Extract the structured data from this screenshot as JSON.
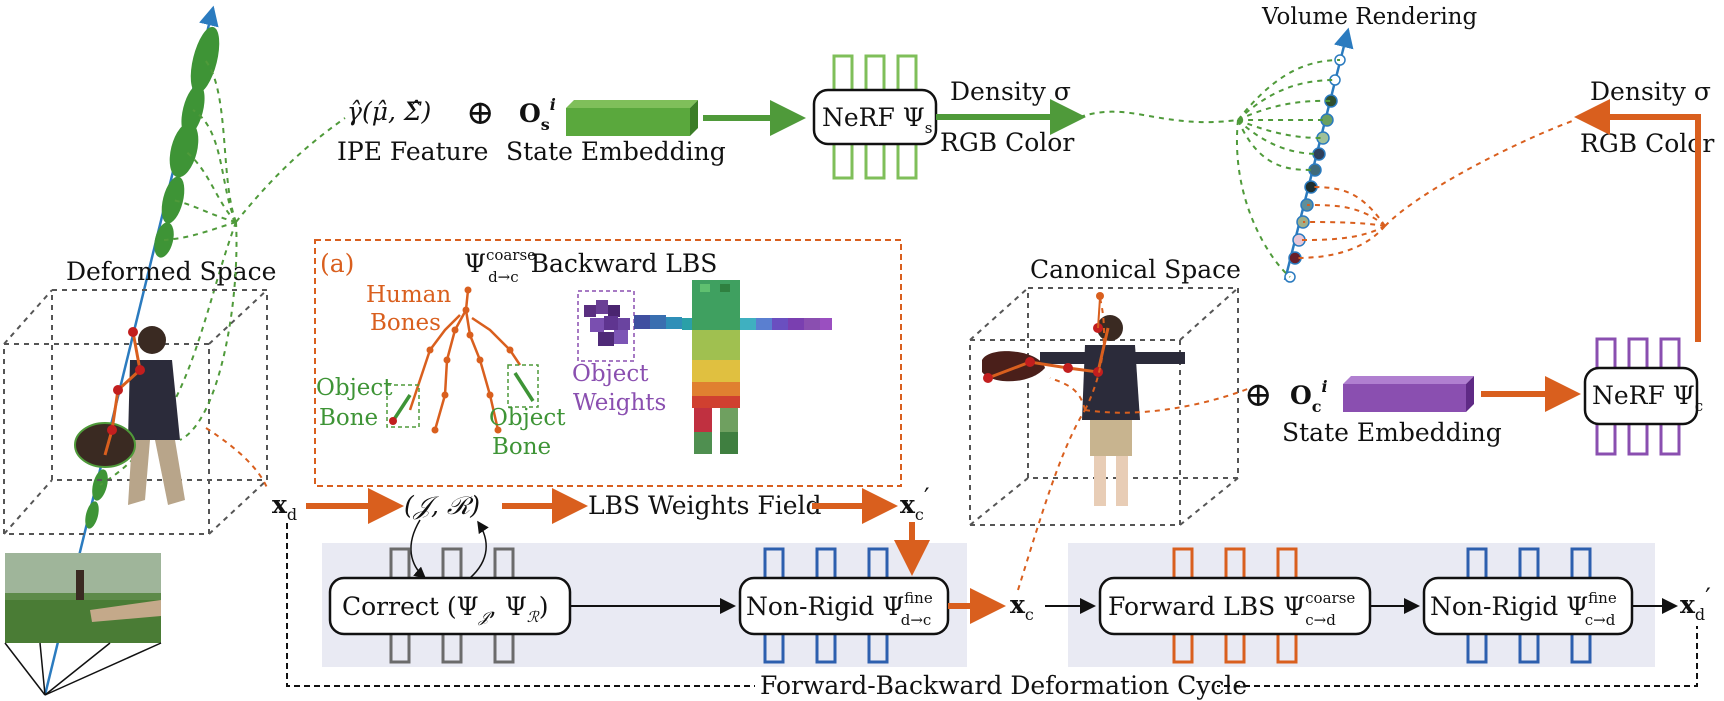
{
  "volume_rendering": "Volume Rendering",
  "ipe": {
    "formula": "γ̂(μ̂, Σ̂)",
    "label": "IPE Feature"
  },
  "oplus": "⊕",
  "state_s": {
    "symbol": "O",
    "sub": "s",
    "sup": "i",
    "label": "State Embedding"
  },
  "nerf_s": {
    "label": "NeRF Ψ",
    "sub": "s"
  },
  "density_top": "Density σ",
  "rgb_top": "RGB Color",
  "density_right": "Density σ",
  "rgb_right": "RGB Color",
  "deformed_space": "Deformed Space",
  "canonical_space": "Canonical Space",
  "panel_a": {
    "tag": "(a)",
    "title_sym": "Ψ",
    "title_sup": "coarse",
    "title_sub": "d→c",
    "title_text": "Backward LBS",
    "human_bones_1": "Human",
    "human_bones_2": "Bones",
    "obj_bone_l1": "Object",
    "obj_bone_l2": "Bone",
    "obj_bone_r1": "Object",
    "obj_bone_r2": "Bone",
    "obj_weights_1": "Object",
    "obj_weights_2": "Weights"
  },
  "state_c": {
    "symbol": "O",
    "sub": "c",
    "sup": "i",
    "label": "State Embedding"
  },
  "nerf_c": {
    "label": "NeRF Ψ",
    "sub": "c"
  },
  "xd": {
    "sym": "x",
    "sub": "d"
  },
  "jr": "(𝒥, ℛ)",
  "lbs_field": "LBS Weights Field",
  "xc_prime": {
    "sym": "x",
    "sub": "c",
    "prime": "′"
  },
  "correct": {
    "label": "Correct (Ψ",
    "sub1": "𝒥",
    "mid": ", Ψ",
    "sub2": "ℛ",
    "end": ")"
  },
  "nonrigid_bwd": {
    "label": "Non-Rigid Ψ",
    "sup": "fine",
    "sub": "d→c"
  },
  "xc": {
    "sym": "x",
    "sub": "c"
  },
  "forward_lbs": {
    "label": "Forward LBS Ψ",
    "sup": "coarse",
    "sub": "c→d"
  },
  "nonrigid_fwd": {
    "label": "Non-Rigid Ψ",
    "sup": "fine",
    "sub": "c→d"
  },
  "xd_prime": {
    "sym": "x",
    "sub": "d",
    "prime": "′"
  },
  "cycle_label": "Forward-Backward Deformation Cycle",
  "colors": {
    "green": "#4f9a3a",
    "orange": "#d95f1e",
    "purple": "#8a4fb0",
    "blue": "#2d5fae",
    "gray": "#6b6b6b",
    "panel_bg": "#e9eaf3"
  }
}
